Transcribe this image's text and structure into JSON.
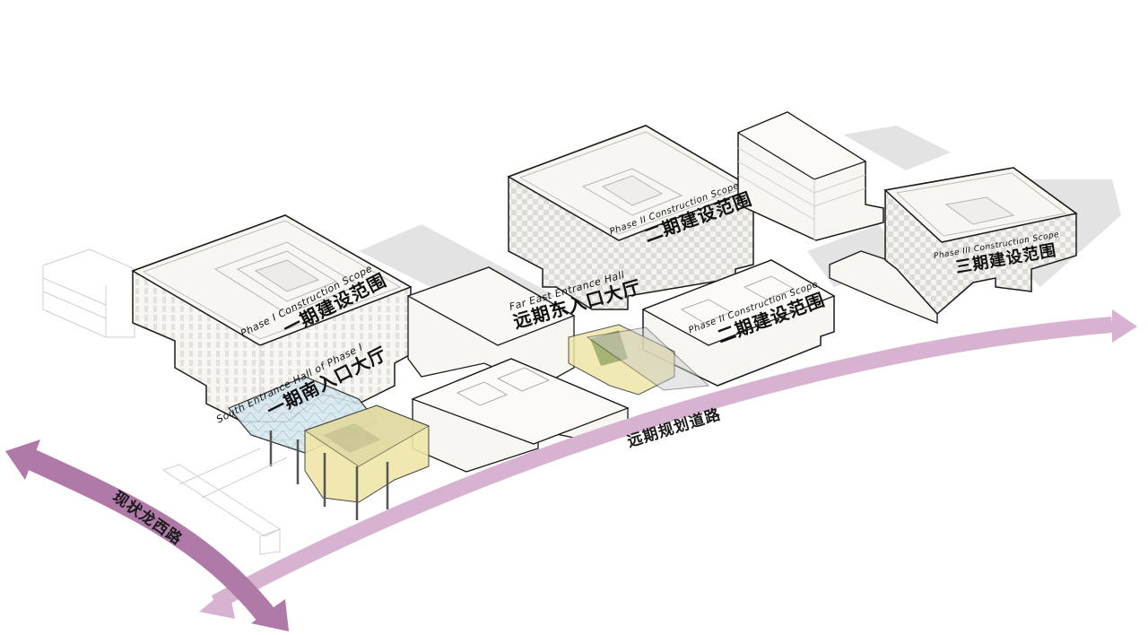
{
  "diagram": {
    "type": "isometric site phasing diagram",
    "colors": {
      "background": "#ffffff",
      "building_fill": "#f7f6f1",
      "building_stroke": "#1a1a1a",
      "shadow": "#dcdcdc",
      "entrance_yellow": "#efe6a8",
      "entrance_olive": "#9aa86a",
      "canopy_blue": "#d6e6ee",
      "road_arrow_dark": "#b07aa8",
      "road_arrow_light": "#d7b3d1"
    },
    "labels": {
      "phase1": {
        "en": "Phase I Construction Scope",
        "cn": "一期建设范围"
      },
      "phase2_north": {
        "en": "Phase II Construction Scope",
        "cn": "二期建设范围"
      },
      "phase2_south": {
        "en": "Phase II Construction Scope",
        "cn": "二期建设范围"
      },
      "phase3": {
        "en": "Phase III Construction Scope",
        "cn": "三期建设范围"
      },
      "south_entrance": {
        "en": "South Entrance Hall of Phase I",
        "cn": "一期南入口大厅"
      },
      "east_entrance": {
        "en": "Far East Entrance Hall",
        "cn": "远期东入口大厅"
      }
    },
    "roads": {
      "existing_road": "现状龙西路",
      "planned_road": "远期规划道路"
    }
  }
}
